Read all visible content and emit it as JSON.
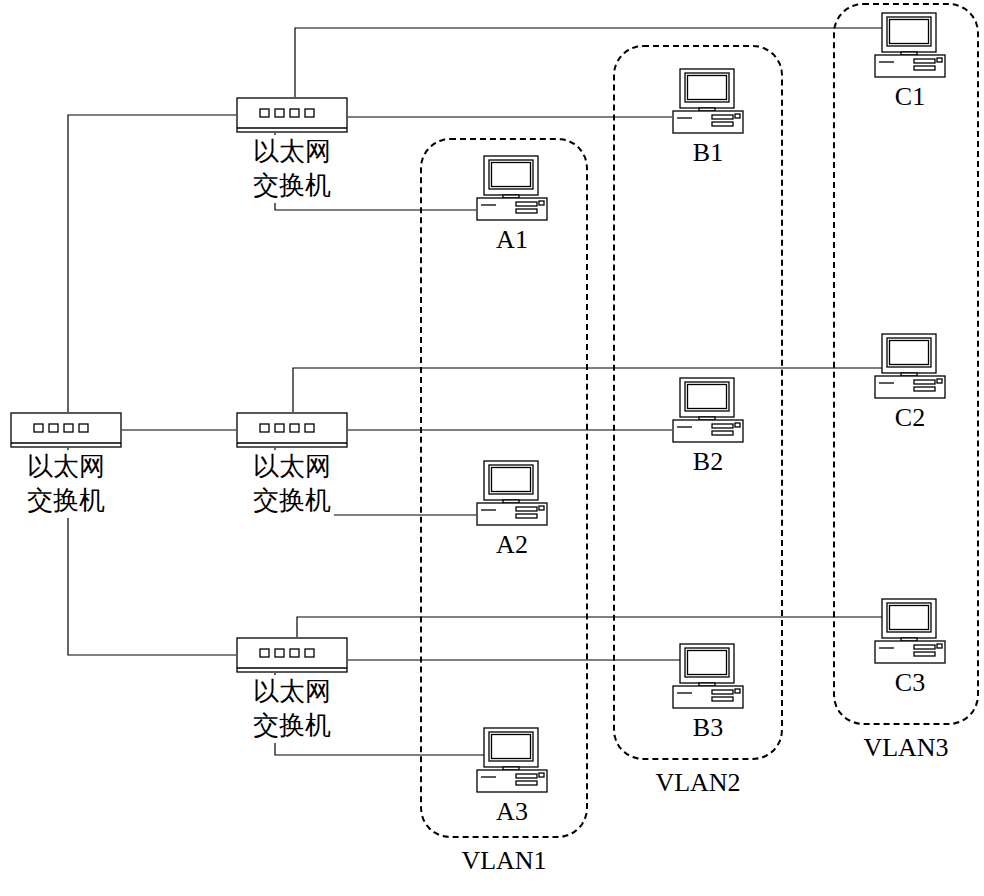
{
  "diagram": {
    "nodes": [
      {
        "text": [
          "以太网 交换机"
        ]
      },
      {
        "text": [
          "以太网 交换机"
        ]
      },
      {
        "text": [
          "以太网 交换机"
        ]
      },
      {
        "text": [
          "以太网 交换机"
        ]
      },
      {
        "text": [
          "VLAN1"
        ]
      },
      {
        "text": [
          "A1"
        ],
        "in": 4
      },
      {
        "text": [
          "A2"
        ],
        "in": 4
      },
      {
        "text": [
          "A3"
        ],
        "in": 4
      },
      {
        "text": [
          "VLAN2"
        ]
      },
      {
        "text": [
          "B1"
        ],
        "in": 8
      },
      {
        "text": [
          "B2"
        ],
        "in": 8
      },
      {
        "text": [
          "B3"
        ],
        "in": 8
      },
      {
        "text": [
          "VLAN3"
        ]
      },
      {
        "text": [
          "C1"
        ],
        "in": 12
      },
      {
        "text": [
          "C2"
        ],
        "in": 12
      },
      {
        "text": [
          "C3"
        ],
        "in": 12
      }
    ],
    "edges": [
      {
        "from": 1,
        "to": 0,
        "arrow": "none"
      },
      {
        "from": 1,
        "to": 2,
        "arrow": "none"
      },
      {
        "from": 1,
        "to": 3,
        "arrow": "none"
      },
      {
        "from": 0,
        "to": 5,
        "arrow": "none"
      },
      {
        "from": 0,
        "to": 9,
        "arrow": "none"
      },
      {
        "from": 0,
        "to": 13,
        "arrow": "none"
      },
      {
        "from": 2,
        "to": 6,
        "arrow": "none"
      },
      {
        "from": 2,
        "to": 10,
        "arrow": "none"
      },
      {
        "from": 2,
        "to": 14,
        "arrow": "none"
      },
      {
        "from": 3,
        "to": 7,
        "arrow": "none"
      },
      {
        "from": 3,
        "to": 11,
        "arrow": "none"
      },
      {
        "from": 3,
        "to": 15,
        "arrow": "none"
      }
    ]
  }
}
